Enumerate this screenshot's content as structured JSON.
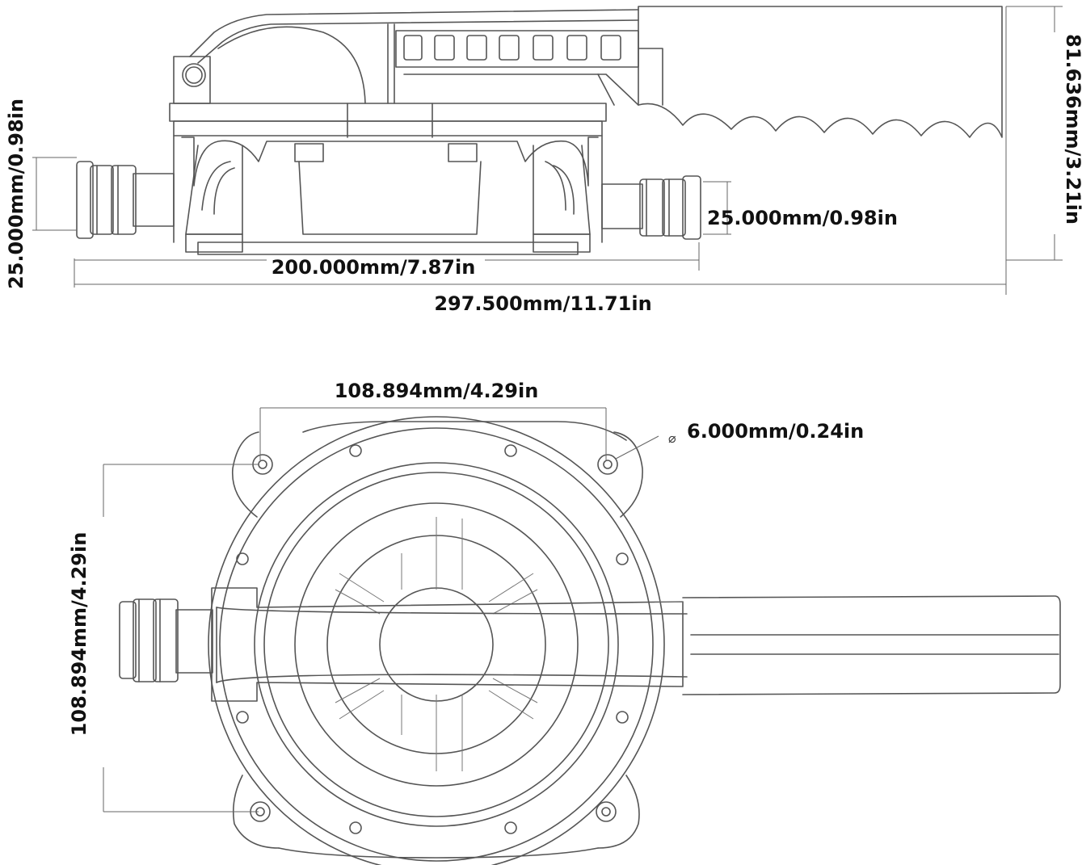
{
  "side_view": {
    "left_port_diameter": "25.000mm/0.98in",
    "right_port_diameter": "25.000mm/0.98in",
    "port_spacing": "200.000mm/7.87in",
    "overall_length": "297.500mm/11.71in",
    "overall_height": "81.636mm/3.21in"
  },
  "top_view": {
    "hole_spacing_horizontal": "108.894mm/4.29in",
    "hole_spacing_vertical": "108.894mm/4.29in",
    "diameter_symbol": "⌀",
    "hole_diameter": "6.000mm/0.24in"
  }
}
